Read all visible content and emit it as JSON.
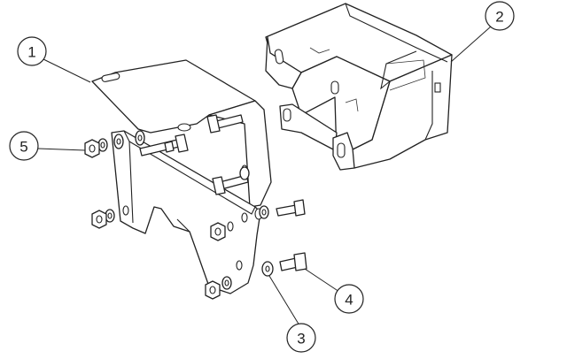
{
  "diagram": {
    "callouts": [
      {
        "id": "callout-1",
        "label": "1"
      },
      {
        "id": "callout-2",
        "label": "2"
      },
      {
        "id": "callout-3",
        "label": "3"
      },
      {
        "id": "callout-4",
        "label": "4"
      },
      {
        "id": "callout-5",
        "label": "5"
      }
    ]
  }
}
